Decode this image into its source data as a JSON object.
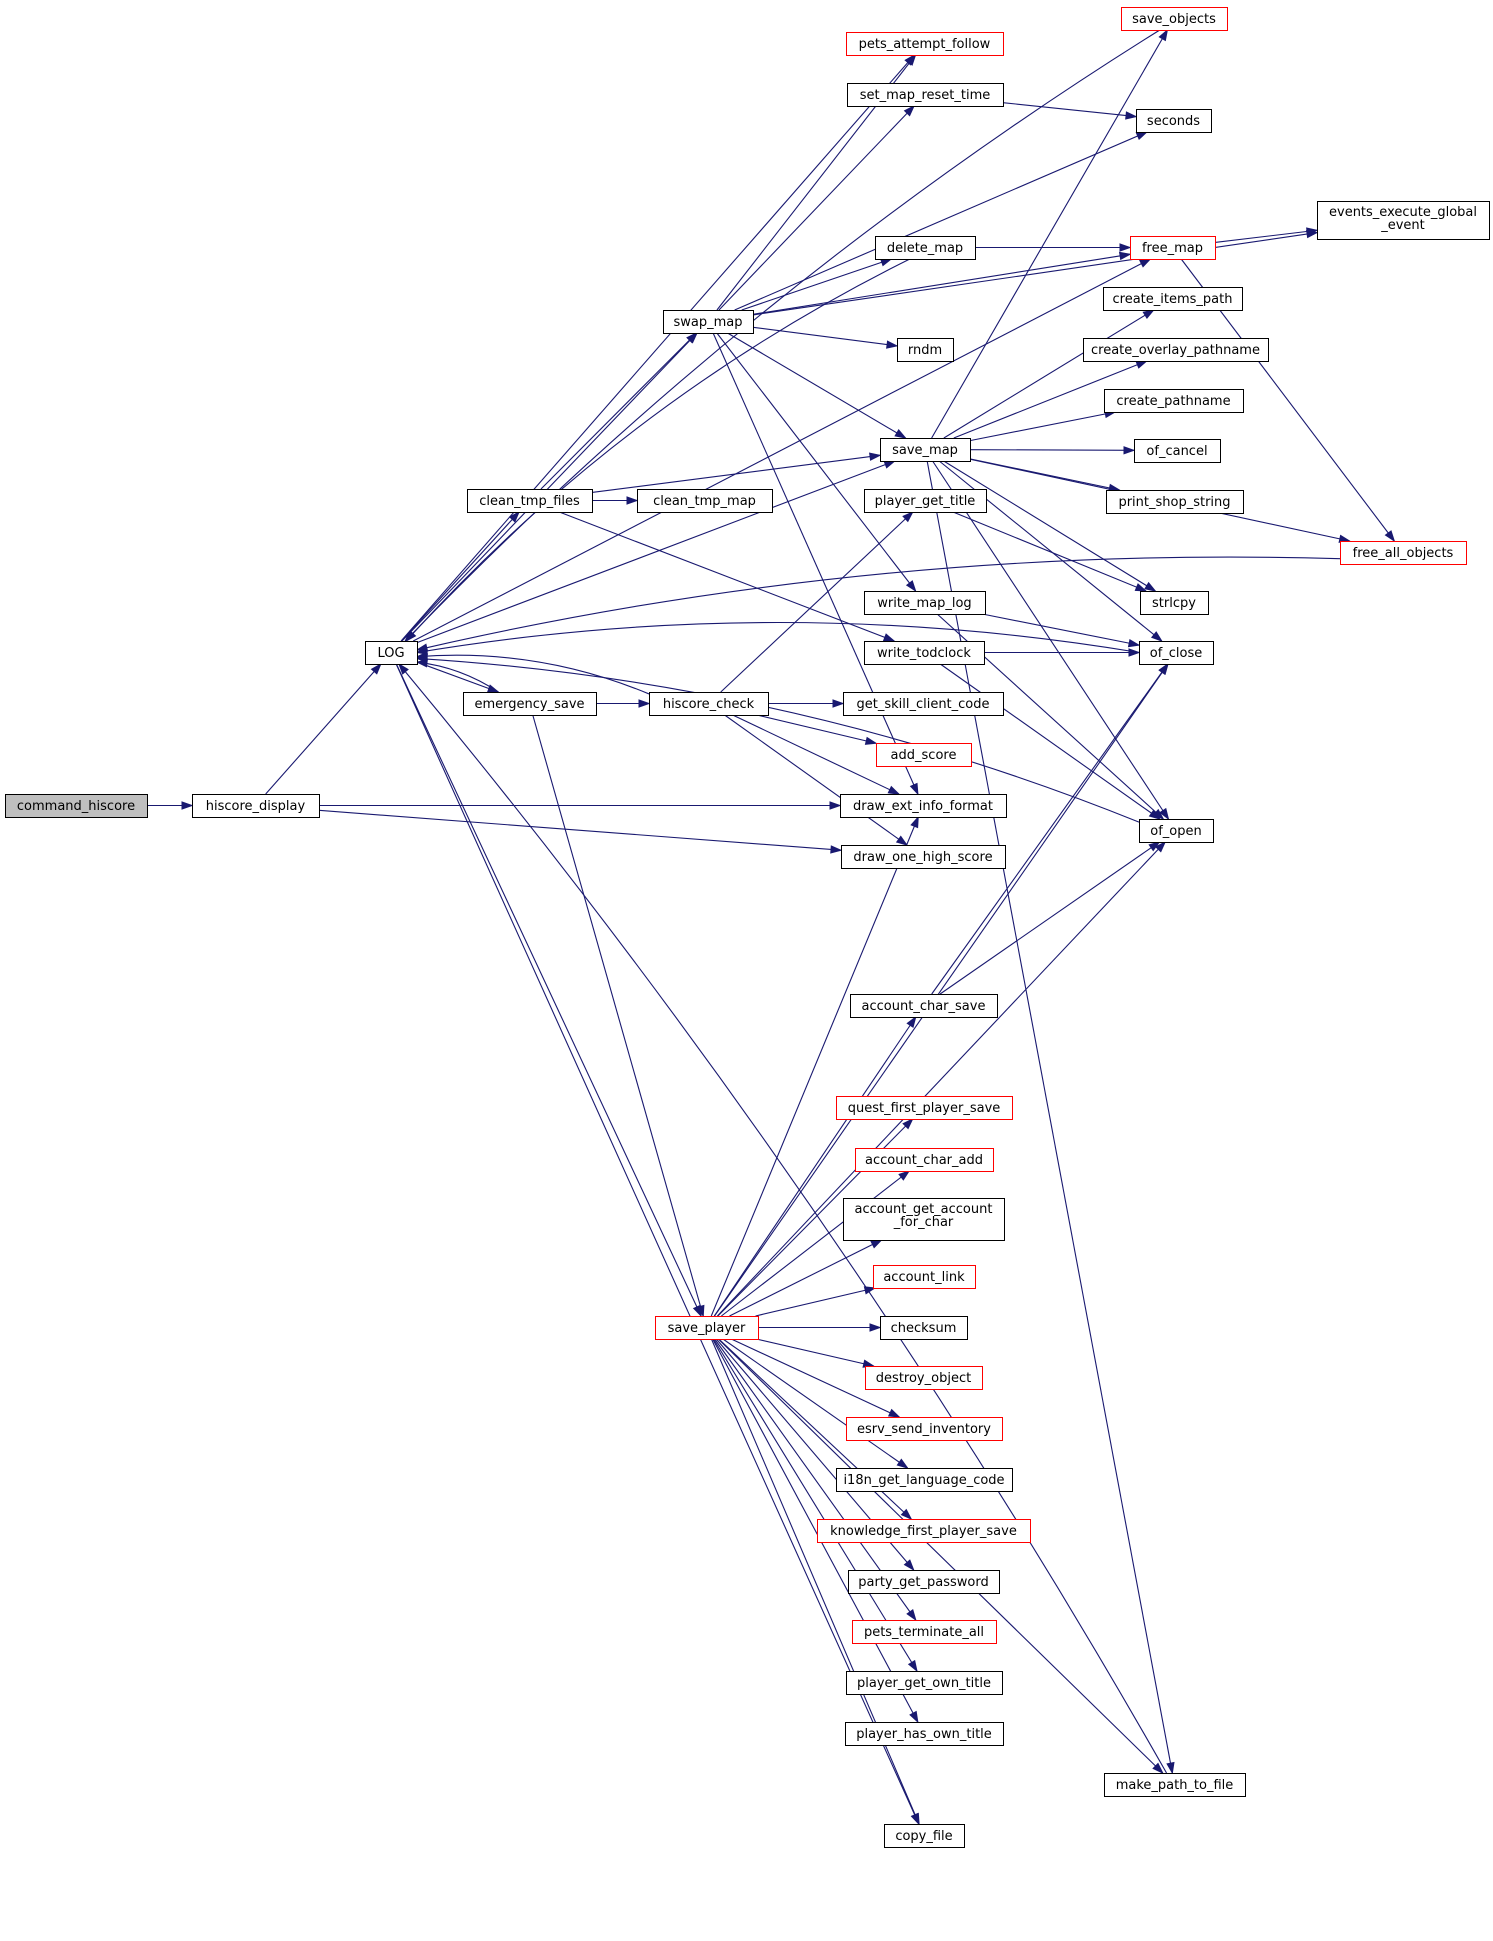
{
  "diagram": {
    "type": "call-graph",
    "edge_color": "#191970",
    "node_border_default": "#000000",
    "node_border_truncated": "#ff0000",
    "root_fill": "#bfbfbf",
    "nodes": [
      {
        "id": "command_hiscore",
        "label": "command_hiscore",
        "style": "root"
      },
      {
        "id": "hiscore_display",
        "label": "hiscore_display"
      },
      {
        "id": "LOG",
        "label": "LOG"
      },
      {
        "id": "emergency_save",
        "label": "emergency_save"
      },
      {
        "id": "hiscore_check",
        "label": "hiscore_check"
      },
      {
        "id": "clean_tmp_files",
        "label": "clean_tmp_files"
      },
      {
        "id": "clean_tmp_map",
        "label": "clean_tmp_map"
      },
      {
        "id": "swap_map",
        "label": "swap_map"
      },
      {
        "id": "save_player",
        "label": "save_player",
        "style": "red"
      },
      {
        "id": "save_objects",
        "label": "save_objects",
        "style": "red"
      },
      {
        "id": "pets_attempt_follow",
        "label": "pets_attempt_follow",
        "style": "red"
      },
      {
        "id": "set_map_reset_time",
        "label": "set_map_reset_time"
      },
      {
        "id": "seconds",
        "label": "seconds"
      },
      {
        "id": "events_execute_global_event",
        "label": "events_execute_global",
        "label2": "_event"
      },
      {
        "id": "delete_map",
        "label": "delete_map"
      },
      {
        "id": "free_map",
        "label": "free_map",
        "style": "red"
      },
      {
        "id": "rndm",
        "label": "rndm"
      },
      {
        "id": "create_items_path",
        "label": "create_items_path"
      },
      {
        "id": "create_overlay_pathname",
        "label": "create_overlay_pathname"
      },
      {
        "id": "create_pathname",
        "label": "create_pathname"
      },
      {
        "id": "save_map",
        "label": "save_map"
      },
      {
        "id": "of_cancel",
        "label": "of_cancel"
      },
      {
        "id": "print_shop_string",
        "label": "print_shop_string"
      },
      {
        "id": "player_get_title",
        "label": "player_get_title"
      },
      {
        "id": "free_all_objects",
        "label": "free_all_objects",
        "style": "red"
      },
      {
        "id": "strlcpy",
        "label": "strlcpy"
      },
      {
        "id": "write_map_log",
        "label": "write_map_log"
      },
      {
        "id": "write_todclock",
        "label": "write_todclock"
      },
      {
        "id": "of_close",
        "label": "of_close"
      },
      {
        "id": "get_skill_client_code",
        "label": "get_skill_client_code"
      },
      {
        "id": "add_score",
        "label": "add_score",
        "style": "red"
      },
      {
        "id": "draw_ext_info_format",
        "label": "draw_ext_info_format"
      },
      {
        "id": "draw_one_high_score",
        "label": "draw_one_high_score"
      },
      {
        "id": "of_open",
        "label": "of_open"
      },
      {
        "id": "account_char_save",
        "label": "account_char_save"
      },
      {
        "id": "quest_first_player_save",
        "label": "quest_first_player_save",
        "style": "red"
      },
      {
        "id": "account_char_add",
        "label": "account_char_add",
        "style": "red"
      },
      {
        "id": "account_get_account_for_char",
        "label": "account_get_account",
        "label2": "_for_char"
      },
      {
        "id": "account_link",
        "label": "account_link",
        "style": "red"
      },
      {
        "id": "checksum",
        "label": "checksum"
      },
      {
        "id": "destroy_object",
        "label": "destroy_object",
        "style": "red"
      },
      {
        "id": "esrv_send_inventory",
        "label": "esrv_send_inventory",
        "style": "red"
      },
      {
        "id": "i18n_get_language_code",
        "label": "i18n_get_language_code"
      },
      {
        "id": "knowledge_first_player_save",
        "label": "knowledge_first_player_save",
        "style": "red"
      },
      {
        "id": "party_get_password",
        "label": "party_get_password"
      },
      {
        "id": "pets_terminate_all",
        "label": "pets_terminate_all",
        "style": "red"
      },
      {
        "id": "player_get_own_title",
        "label": "player_get_own_title"
      },
      {
        "id": "player_has_own_title",
        "label": "player_has_own_title"
      },
      {
        "id": "make_path_to_file",
        "label": "make_path_to_file"
      },
      {
        "id": "copy_file",
        "label": "copy_file"
      }
    ],
    "edges": [
      [
        "command_hiscore",
        "hiscore_display"
      ],
      [
        "hiscore_display",
        "LOG"
      ],
      [
        "hiscore_display",
        "draw_ext_info_format"
      ],
      [
        "hiscore_display",
        "draw_one_high_score"
      ],
      [
        "LOG",
        "emergency_save"
      ],
      [
        "LOG",
        "clean_tmp_files"
      ],
      [
        "LOG",
        "swap_map"
      ],
      [
        "LOG",
        "save_player"
      ],
      [
        "LOG",
        "pets_attempt_follow"
      ],
      [
        "LOG",
        "free_map"
      ],
      [
        "LOG",
        "save_map"
      ],
      [
        "LOG",
        "copy_file"
      ],
      [
        "emergency_save",
        "LOG"
      ],
      [
        "emergency_save",
        "hiscore_check"
      ],
      [
        "emergency_save",
        "save_player"
      ],
      [
        "hiscore_check",
        "LOG"
      ],
      [
        "hiscore_check",
        "player_get_title"
      ],
      [
        "hiscore_check",
        "get_skill_client_code"
      ],
      [
        "hiscore_check",
        "add_score"
      ],
      [
        "hiscore_check",
        "draw_ext_info_format"
      ],
      [
        "hiscore_check",
        "draw_one_high_score"
      ],
      [
        "clean_tmp_files",
        "clean_tmp_map"
      ],
      [
        "clean_tmp_files",
        "swap_map"
      ],
      [
        "clean_tmp_files",
        "save_map"
      ],
      [
        "clean_tmp_files",
        "write_todclock"
      ],
      [
        "swap_map",
        "pets_attempt_follow"
      ],
      [
        "swap_map",
        "set_map_reset_time"
      ],
      [
        "swap_map",
        "seconds"
      ],
      [
        "swap_map",
        "events_execute_global_event"
      ],
      [
        "swap_map",
        "delete_map"
      ],
      [
        "swap_map",
        "free_map"
      ],
      [
        "swap_map",
        "rndm"
      ],
      [
        "swap_map",
        "save_map"
      ],
      [
        "swap_map",
        "write_map_log"
      ],
      [
        "swap_map",
        "draw_ext_info_format"
      ],
      [
        "set_map_reset_time",
        "seconds"
      ],
      [
        "delete_map",
        "LOG"
      ],
      [
        "delete_map",
        "free_map"
      ],
      [
        "free_map",
        "events_execute_global_event"
      ],
      [
        "free_map",
        "free_all_objects"
      ],
      [
        "save_objects",
        "LOG"
      ],
      [
        "save_map",
        "save_objects"
      ],
      [
        "save_map",
        "create_items_path"
      ],
      [
        "save_map",
        "create_overlay_pathname"
      ],
      [
        "save_map",
        "create_pathname"
      ],
      [
        "save_map",
        "of_cancel"
      ],
      [
        "save_map",
        "print_shop_string"
      ],
      [
        "save_map",
        "free_all_objects"
      ],
      [
        "save_map",
        "strlcpy"
      ],
      [
        "save_map",
        "of_close"
      ],
      [
        "save_map",
        "of_open"
      ],
      [
        "save_map",
        "make_path_to_file"
      ],
      [
        "player_get_title",
        "strlcpy"
      ],
      [
        "write_map_log",
        "of_close"
      ],
      [
        "write_map_log",
        "of_open"
      ],
      [
        "write_todclock",
        "of_close"
      ],
      [
        "write_todclock",
        "of_open"
      ],
      [
        "of_close",
        "LOG"
      ],
      [
        "of_open",
        "LOG"
      ],
      [
        "free_all_objects",
        "LOG"
      ],
      [
        "make_path_to_file",
        "LOG"
      ],
      [
        "save_player",
        "draw_ext_info_format"
      ],
      [
        "save_player",
        "of_close"
      ],
      [
        "save_player",
        "of_open"
      ],
      [
        "save_player",
        "account_char_save"
      ],
      [
        "save_player",
        "quest_first_player_save"
      ],
      [
        "save_player",
        "account_char_add"
      ],
      [
        "save_player",
        "account_get_account_for_char"
      ],
      [
        "save_player",
        "account_link"
      ],
      [
        "save_player",
        "checksum"
      ],
      [
        "save_player",
        "destroy_object"
      ],
      [
        "save_player",
        "esrv_send_inventory"
      ],
      [
        "save_player",
        "i18n_get_language_code"
      ],
      [
        "save_player",
        "knowledge_first_player_save"
      ],
      [
        "save_player",
        "party_get_password"
      ],
      [
        "save_player",
        "pets_terminate_all"
      ],
      [
        "save_player",
        "player_get_own_title"
      ],
      [
        "save_player",
        "player_has_own_title"
      ],
      [
        "save_player",
        "make_path_to_file"
      ],
      [
        "save_player",
        "copy_file"
      ],
      [
        "account_char_save",
        "of_close"
      ],
      [
        "account_char_save",
        "of_open"
      ]
    ]
  }
}
